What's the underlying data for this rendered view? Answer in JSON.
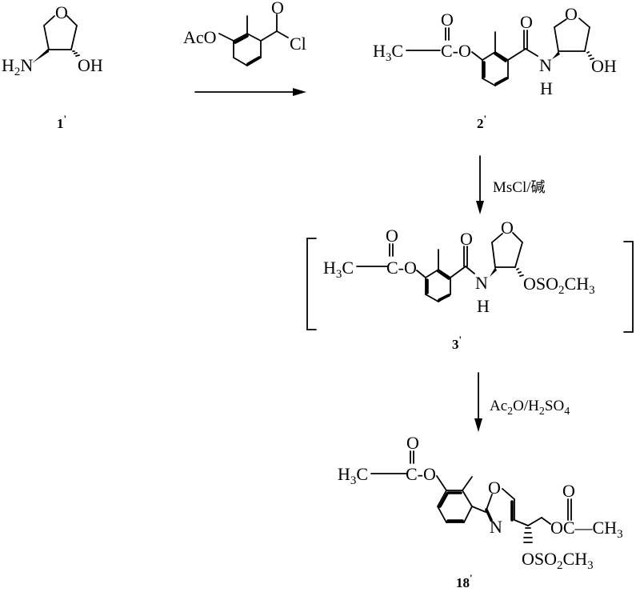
{
  "scheme": {
    "compounds": [
      {
        "id": "1",
        "label": "1'",
        "groups": {
          "amine": "H2N",
          "hydroxyl": "OH",
          "ring_o": "O"
        }
      },
      {
        "id": "reagent",
        "groups": {
          "acetoxy": "AcO",
          "carbonyl_o": "O",
          "chloride": "Cl"
        }
      },
      {
        "id": "2",
        "label": "2'",
        "groups": {
          "methyl": "H3C",
          "ester_c": "C-O",
          "carbonyl_o": "O",
          "amide_o": "O",
          "amide_n": "N",
          "amide_h": "H",
          "ring_o": "O",
          "hydroxyl": "OH"
        }
      },
      {
        "id": "3",
        "label": "3'",
        "groups": {
          "methyl": "H3C",
          "ester_c": "C-O",
          "carbonyl_o": "O",
          "amide_o": "O",
          "amide_n": "N",
          "amide_h": "H",
          "ring_o": "O",
          "mesylate": "OSO2CH3"
        }
      },
      {
        "id": "18",
        "label": "18'",
        "groups": {
          "methyl": "H3C",
          "ester_c": "C-O",
          "carbonyl_o": "O",
          "oxazoline_o": "O",
          "oxazoline_n": "N",
          "acetate": "OC-CH3",
          "acetate_o": "O",
          "mesylate": "OSO2CH3"
        }
      }
    ],
    "steps": [
      {
        "from": "1'",
        "to": "2'",
        "reagent": "AcO-(2-methyl)benzoyl chloride",
        "direction": "right"
      },
      {
        "from": "2'",
        "to": "3'",
        "reagent": "MsCl/碱",
        "direction": "down"
      },
      {
        "from": "3'",
        "to": "18'",
        "reagent": "Ac2O/H2SO4",
        "direction": "down"
      }
    ],
    "labels": {
      "c1": "1",
      "c2": "2",
      "c3": "3",
      "c18": "18",
      "prime": "'",
      "step2_reagent_a": "MsCl/",
      "step2_reagent_b": "碱",
      "step3_ac": "Ac",
      "step3_2a": "2",
      "step3_o": "O/H",
      "step3_2b": "2",
      "step3_so": "SO",
      "step3_4": "4"
    },
    "text": {
      "h": "H",
      "n": "N",
      "o": "O",
      "oh": "OH",
      "cl": "Cl",
      "c": "C",
      "co": "C-O",
      "aco": "AcO",
      "sub2": "2",
      "sub3": "3",
      "oso": "OSO",
      "ch": "CH",
      "oc_ch": "OC—CH"
    }
  }
}
